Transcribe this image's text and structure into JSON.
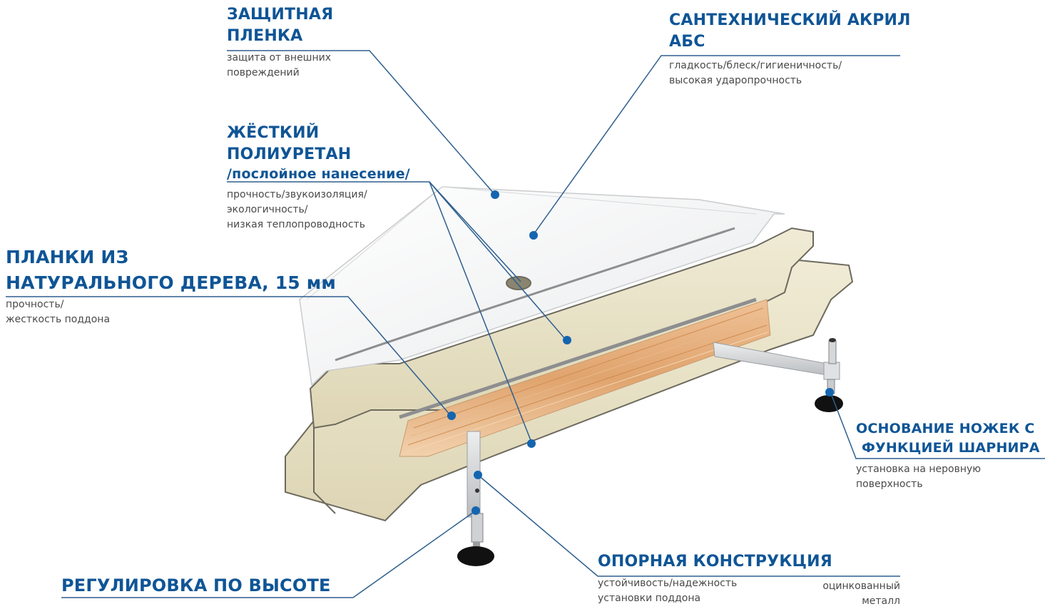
{
  "diagram": {
    "subject": "corner shower tray cross-section",
    "colors": {
      "accent_blue": "#0f5596",
      "leader_line": "#2e5f8e",
      "dot": "#1565b0",
      "acrylic": "#f4f5f6",
      "polyurethane": "#e9e3c9",
      "wood": "#e1a874",
      "metal": "#d6d8da",
      "rubber_foot": "#111111"
    },
    "callouts": [
      {
        "id": "protective-film",
        "title_lines": [
          "ЗАЩИТНАЯ",
          "ПЛЕНКА"
        ],
        "description_lines": [
          "защита от внешних",
          "повреждений"
        ]
      },
      {
        "id": "sanitary-acrylic",
        "title_lines": [
          "САНТЕХНИЧЕСКИЙ АКРИЛ",
          "АБС"
        ],
        "description_lines": [
          "гладкость/блеск/гигиеничность/",
          "высокая ударопрочность"
        ]
      },
      {
        "id": "rigid-polyurethane",
        "title_lines": [
          "ЖЁСТКИЙ",
          "ПОЛИУРЕТАН",
          "/послойное нанесение/"
        ],
        "description_lines": [
          "прочность/звукоизоляция/",
          "экологичность/",
          "низкая теплопроводность"
        ]
      },
      {
        "id": "wood-slats",
        "title_lines": [
          "ПЛАНКИ ИЗ",
          "НАТУРАЛЬНОГО ДЕРЕВА, 15 мм"
        ],
        "description_lines": [
          "прочность/",
          "жесткость поддона"
        ]
      },
      {
        "id": "hinged-foot-base",
        "title_lines": [
          "ОСНОВАНИЕ НОЖЕК С",
          "ФУНКЦИЕЙ ШАРНИРА"
        ],
        "description_lines": [
          "установка на неровную",
          "поверхность"
        ]
      },
      {
        "id": "support-structure",
        "title_lines": [
          "ОПОРНАЯ КОНСТРУКЦИЯ"
        ],
        "description_lines": [
          "устойчивость/надежность",
          "установки поддона"
        ],
        "extra_lines": [
          "оцинкованный",
          "металл"
        ]
      },
      {
        "id": "height-adjustment",
        "title_lines": [
          "РЕГУЛИРОВКА ПО ВЫСОТЕ"
        ],
        "description_lines": []
      }
    ]
  }
}
